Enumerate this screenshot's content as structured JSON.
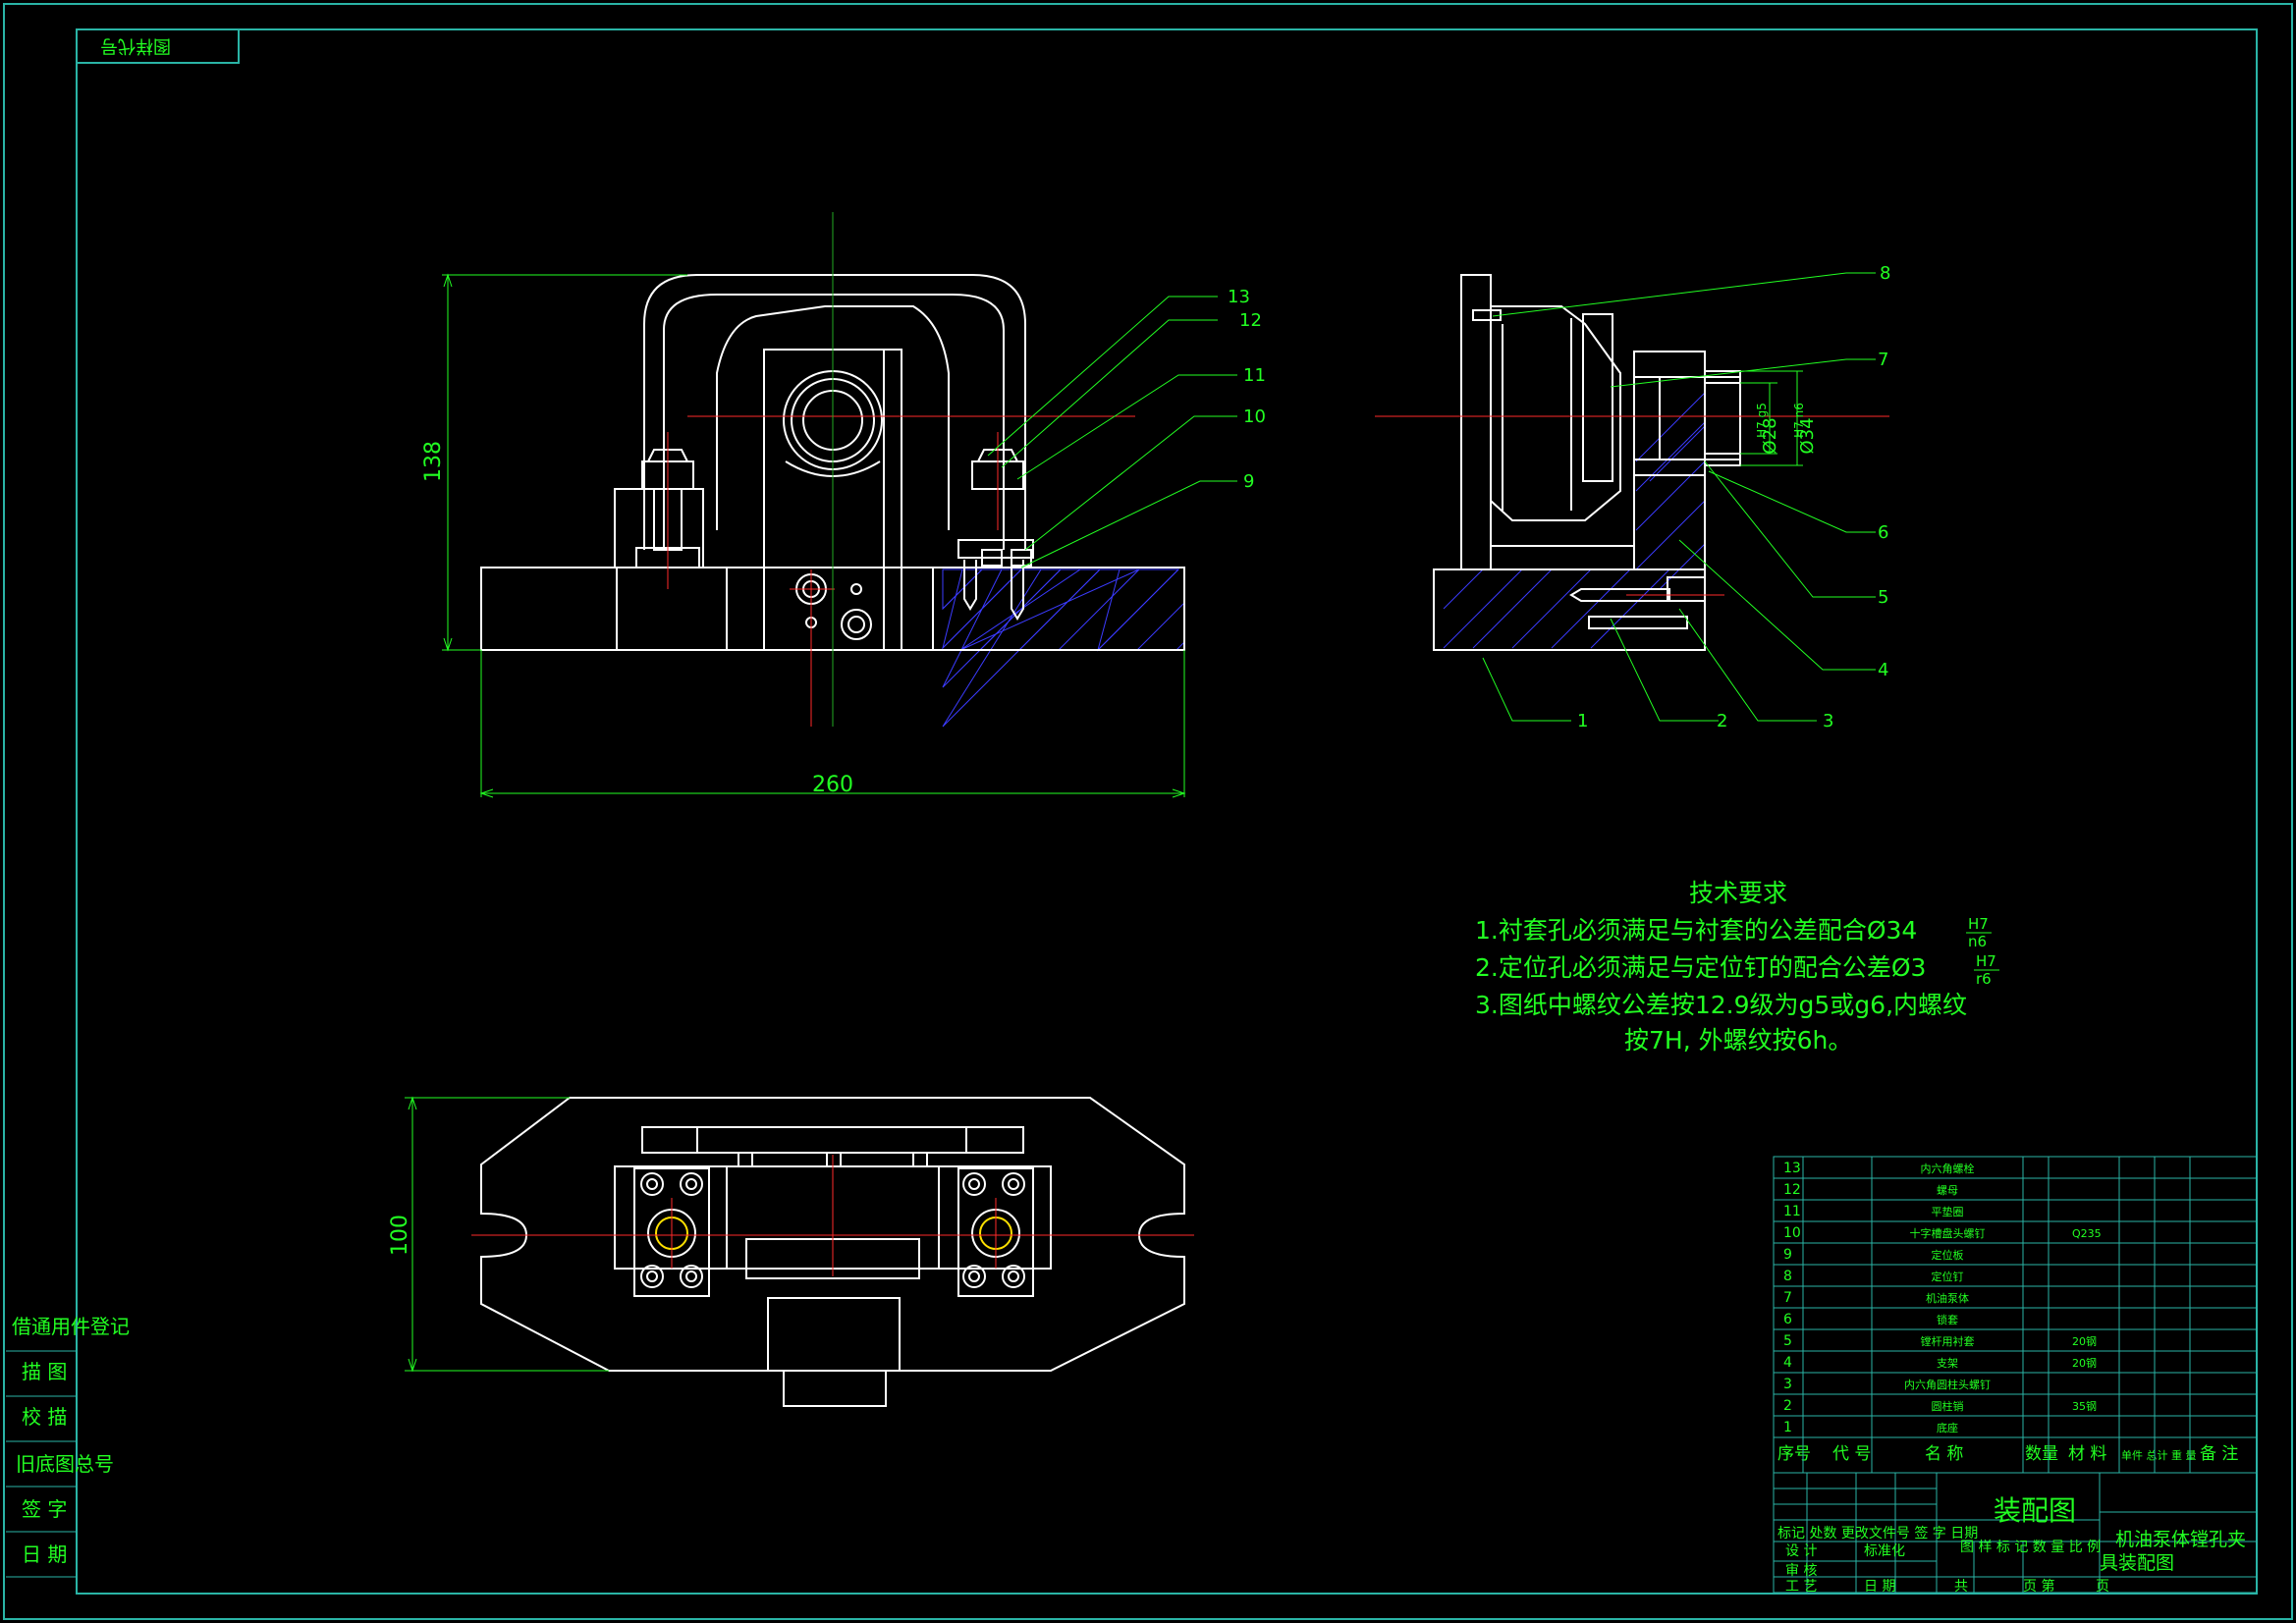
{
  "colors": {
    "background": "#000000",
    "outline": "#ffffff",
    "frame": "#2ab4a6",
    "text": "#22ff22",
    "leader": "#22ff22",
    "center": "#ff2a2a",
    "hatch": "#3b3bff",
    "highlight": "#ffe000"
  },
  "border_label": "图样代号",
  "front_view": {
    "dim_width": "260",
    "dim_height": "138",
    "balloons": [
      "13",
      "12",
      "11",
      "10",
      "9"
    ]
  },
  "side_view": {
    "fit_inner": "Ø28",
    "fit_inner_tol": "H7 g5",
    "fit_outer": "Ø34",
    "fit_outer_tol": "H7 n6",
    "balloons_right": [
      "8",
      "7",
      "6",
      "5",
      "4"
    ],
    "balloons_bottom": [
      "1",
      "2",
      "3"
    ]
  },
  "top_view": {
    "dim_height": "100"
  },
  "tech_req": {
    "title": "技术要求",
    "lines": [
      "1.衬套孔必须满足与衬套的公差配合Ø34",
      "2.定位孔必须满足与定位钉的配合公差Ø3",
      "3.图纸中螺纹公差按12.9级为g5或g6,内螺纹",
      "按7H, 外螺纹按6h。"
    ],
    "fit1": {
      "upper": "H7",
      "lower": "n6"
    },
    "fit2": {
      "upper": "H7",
      "lower": "r6"
    }
  },
  "side_stamp": [
    "借通用件登记",
    "描 图",
    "校 描",
    "旧底图总号",
    "签 字",
    "日 期"
  ],
  "bom": {
    "rows": [
      {
        "no": "13",
        "name": "内六角螺栓",
        "material": ""
      },
      {
        "no": "12",
        "name": "螺母",
        "material": ""
      },
      {
        "no": "11",
        "name": "平垫圈",
        "material": ""
      },
      {
        "no": "10",
        "name": "十字槽盘头螺钉",
        "material": "Q235"
      },
      {
        "no": "9",
        "name": "定位板",
        "material": ""
      },
      {
        "no": "8",
        "name": "定位钉",
        "material": ""
      },
      {
        "no": "7",
        "name": "机油泵体",
        "material": ""
      },
      {
        "no": "6",
        "name": "锁套",
        "material": ""
      },
      {
        "no": "5",
        "name": "镗杆用衬套",
        "material": "20钢"
      },
      {
        "no": "4",
        "name": "支架",
        "material": "20钢"
      },
      {
        "no": "3",
        "name": "内六角圆柱头螺钉",
        "material": ""
      },
      {
        "no": "2",
        "name": "圆柱销",
        "material": "35钢"
      },
      {
        "no": "1",
        "name": "底座",
        "material": ""
      }
    ],
    "header": [
      "序号",
      "代 号",
      "名 称",
      "数量",
      "材 料",
      "单件 总计 重 量",
      "备 注"
    ]
  },
  "title_block": {
    "drawing_title": "装配图",
    "part_name_line1": "机油泵体镗孔夹",
    "part_name_line2": "具装配图",
    "rev_row": "标记 处数 更改文件号 签 字 日期",
    "sign_labels": [
      "设 计",
      "标准化",
      "审 核",
      "工 艺",
      "日 期"
    ],
    "stage_row": "图 样 标 记 数 量 比 例",
    "sheet_row": [
      "共",
      "页 第",
      "页"
    ]
  }
}
